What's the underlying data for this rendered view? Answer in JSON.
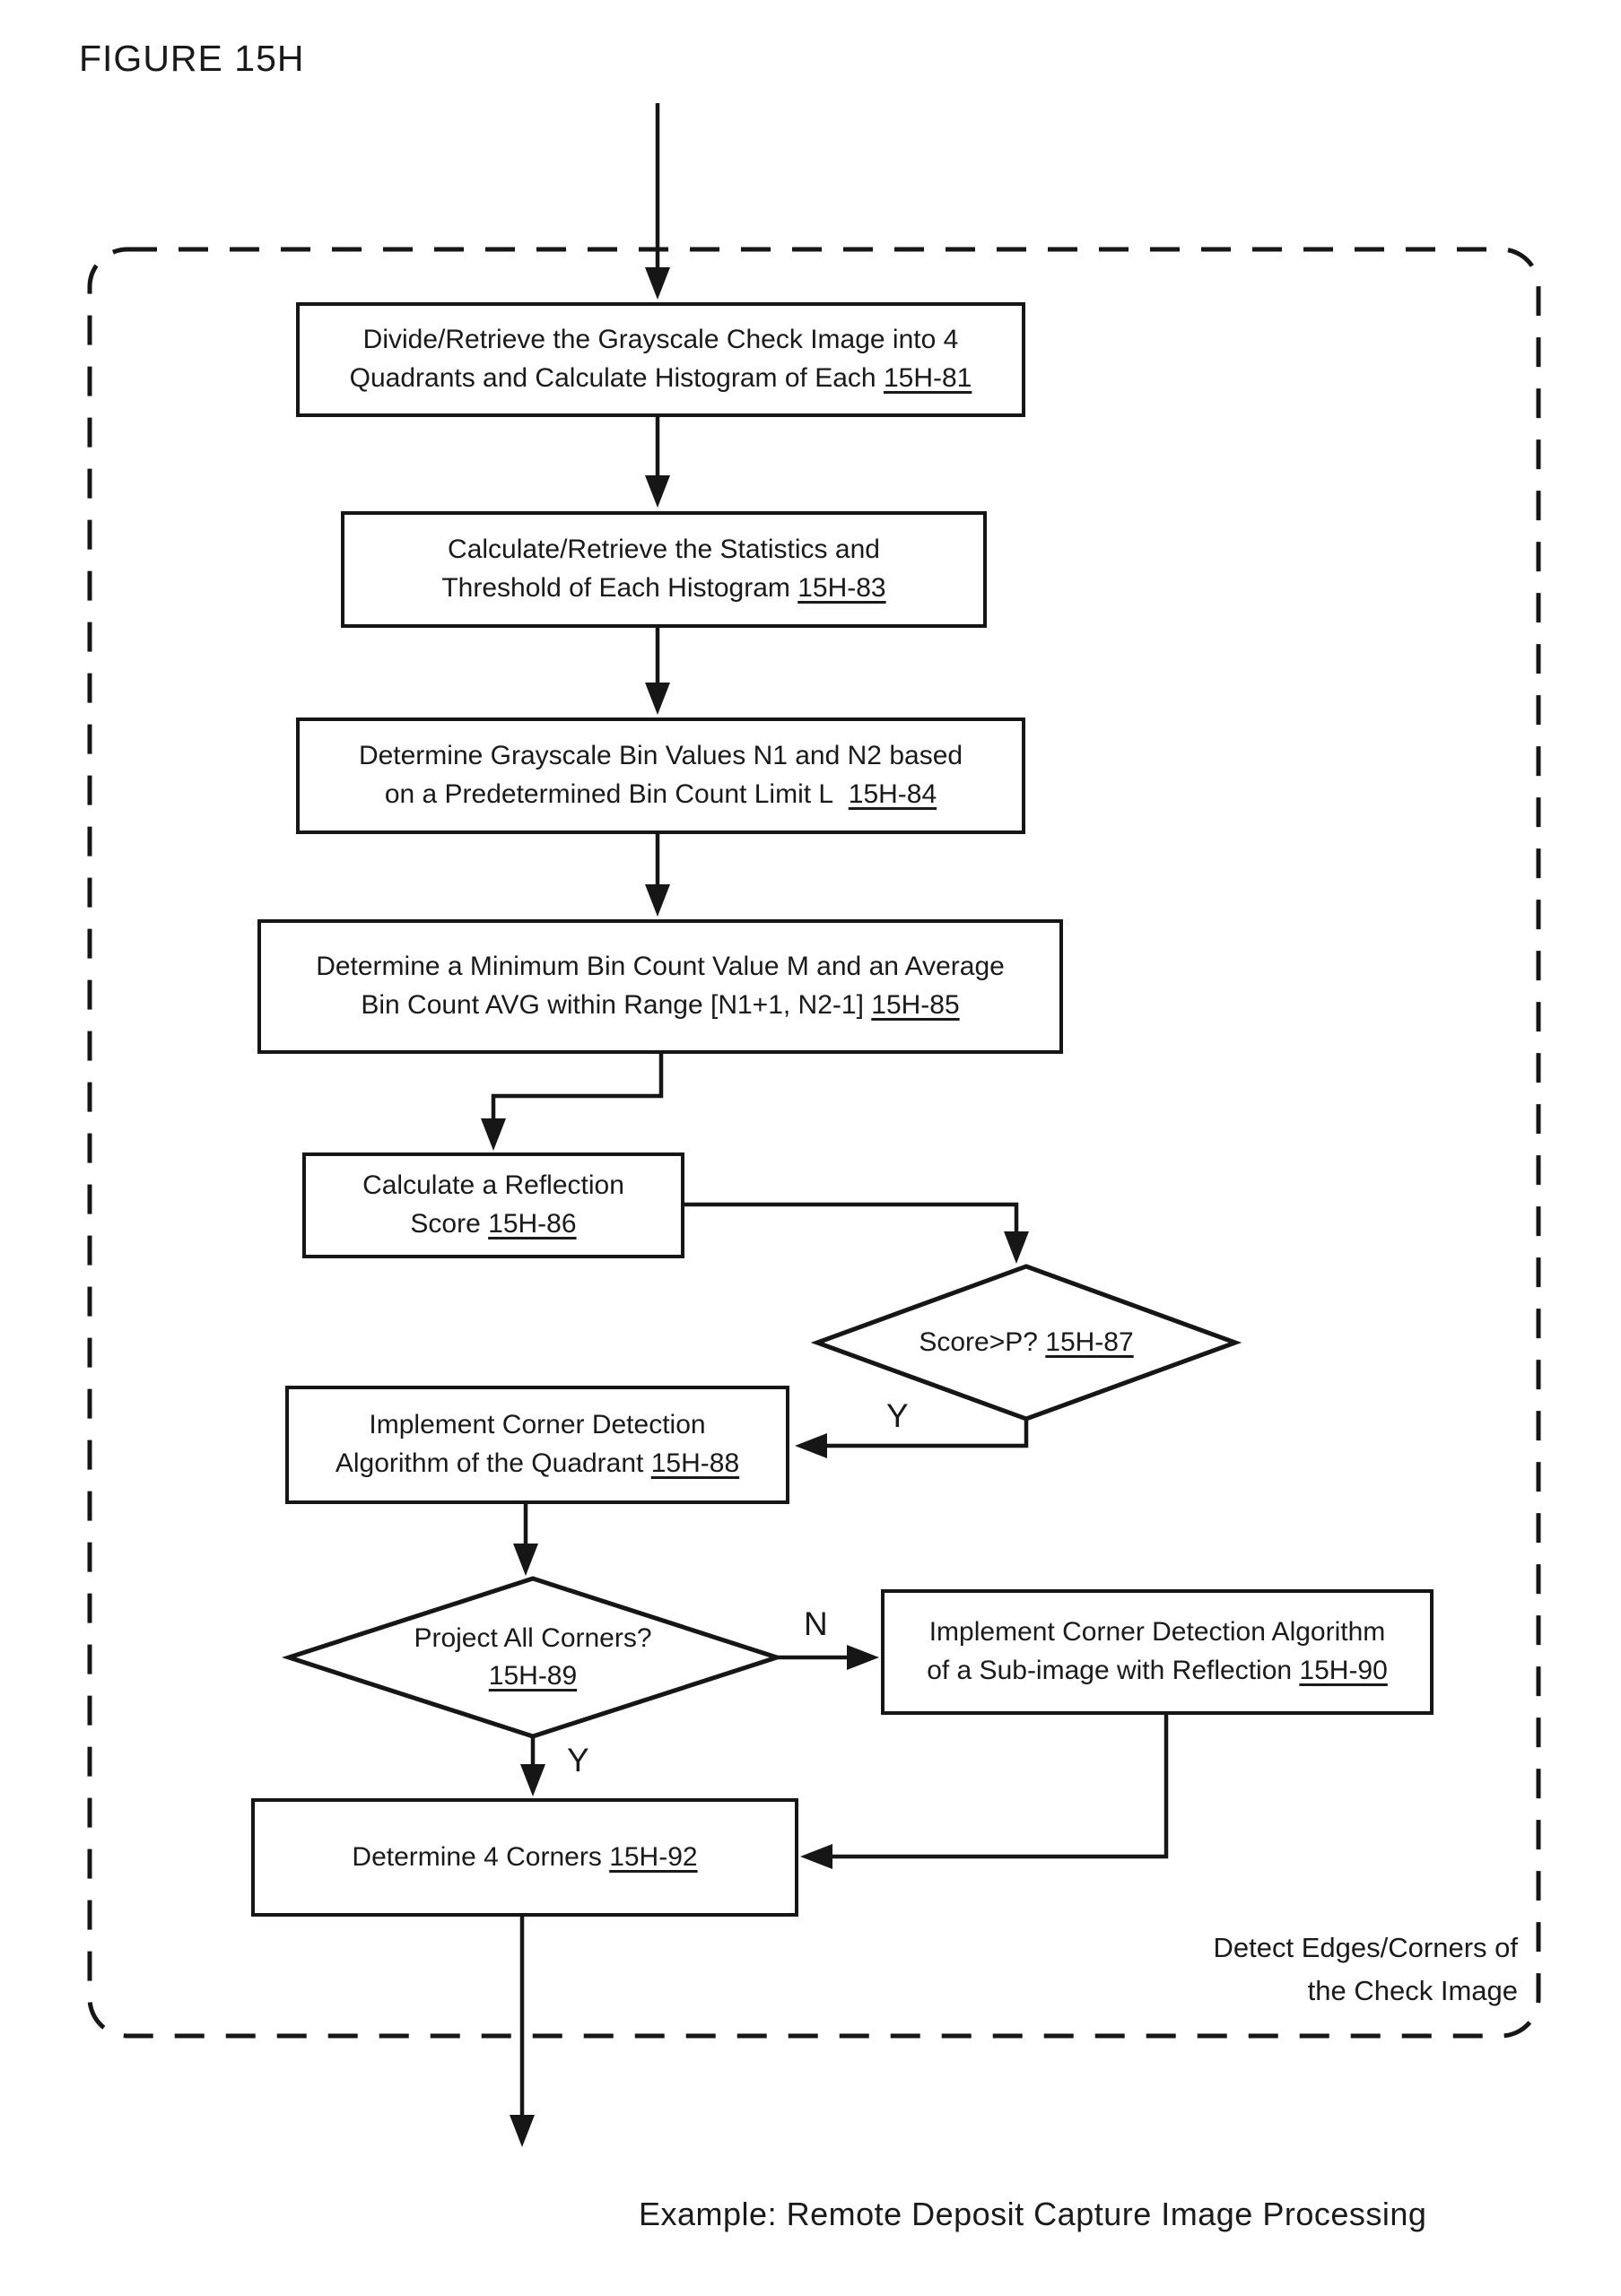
{
  "figure": {
    "title": "FIGURE 15H",
    "caption": "Example: Remote Deposit Capture Image Processing"
  },
  "region_label": {
    "line1": "Detect Edges/Corners of",
    "line2": "the Check Image"
  },
  "nodes": {
    "b81": {
      "line1": "Divide/Retrieve the Grayscale Check Image into 4",
      "line2": "Quadrants and Calculate Histogram of Each",
      "ref": "15H-81"
    },
    "b83": {
      "line1": "Calculate/Retrieve the Statistics and",
      "line2": "Threshold of Each Histogram",
      "ref": "15H-83"
    },
    "b84": {
      "line1": "Determine Grayscale Bin Values N1 and N2 based",
      "line2": "on a Predetermined Bin Count Limit L",
      "ref": "15H-84"
    },
    "b85": {
      "line1": "Determine a Minimum Bin Count Value M and an Average",
      "line2": "Bin Count AVG within Range [N1+1, N2-1]",
      "ref": "15H-85"
    },
    "b86": {
      "line1": "Calculate a Reflection",
      "line2": "Score",
      "ref": "15H-86"
    },
    "d87": {
      "text": "Score>P?",
      "ref": "15H-87"
    },
    "b88": {
      "line1": "Implement Corner Detection",
      "line2": "Algorithm of the Quadrant",
      "ref": "15H-88"
    },
    "d89": {
      "text": "Project All Corners?",
      "ref": "15H-89"
    },
    "b90": {
      "line1": "Implement Corner Detection Algorithm",
      "line2": "of a Sub-image with Reflection",
      "ref": "15H-90"
    },
    "b92": {
      "text": "Determine 4 Corners",
      "ref": "15H-92"
    }
  },
  "edge_labels": {
    "score_yes": "Y",
    "corners_no": "N",
    "corners_yes": "Y"
  },
  "colors": {
    "ink": "#161616",
    "background": "#ffffff"
  }
}
